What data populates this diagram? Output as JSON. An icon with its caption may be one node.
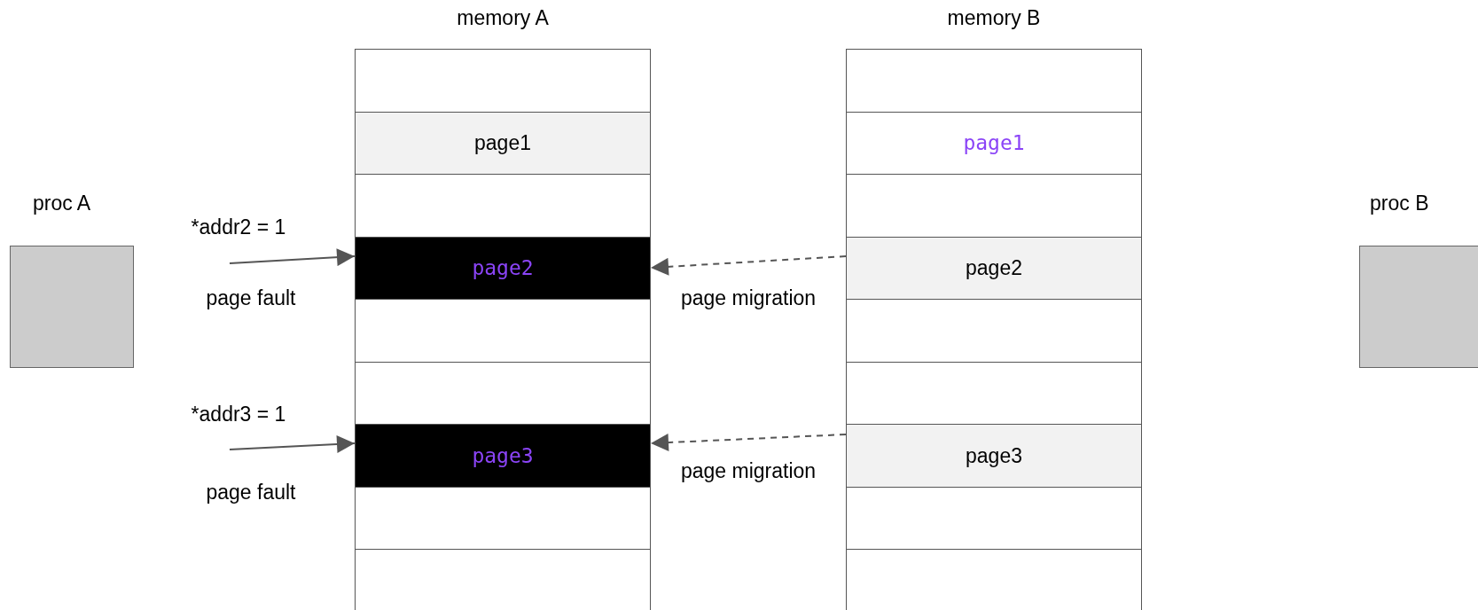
{
  "diagram": {
    "nodes": [
      {
        "text": [
          "memory A"
        ]
      },
      {
        "text": [],
        "shape": "box",
        "in": 0
      },
      {
        "text": [
          "page1"
        ],
        "in": 0
      },
      {
        "text": [],
        "shape": "box",
        "in": 0
      },
      {
        "text": [
          "page2"
        ],
        "in": 0
      },
      {
        "text": [],
        "shape": "box",
        "in": 0
      },
      {
        "text": [],
        "shape": "box",
        "in": 0
      },
      {
        "text": [
          "page3"
        ],
        "in": 0
      },
      {
        "text": [],
        "shape": "box",
        "in": 0
      },
      {
        "text": [],
        "shape": "box",
        "in": 0
      },
      {
        "text": [
          "memory B"
        ]
      },
      {
        "text": [],
        "shape": "box",
        "in": 10
      },
      {
        "text": [
          "page1"
        ],
        "in": 10
      },
      {
        "text": [],
        "shape": "box",
        "in": 10
      },
      {
        "text": [
          "page2"
        ],
        "in": 10
      },
      {
        "text": [],
        "shape": "box",
        "in": 10
      },
      {
        "text": [],
        "shape": "box",
        "in": 10
      },
      {
        "text": [
          "page3"
        ],
        "in": 10
      },
      {
        "text": [],
        "shape": "box",
        "in": 10
      },
      {
        "text": [],
        "shape": "box",
        "in": 10
      },
      {
        "text": [
          "proc A"
        ]
      },
      {
        "text": [
          "proc B"
        ]
      }
    ],
    "edges": [
      {
        "from": null,
        "to": 4,
        "arrow": "to",
        "label": "*addr2 = 1"
      },
      {
        "from": 14,
        "to": 4,
        "arrow": "to",
        "style": "dashed",
        "label": "page migration"
      },
      {
        "from": null,
        "to": 7,
        "arrow": "to",
        "label": "*addr3 = 1"
      },
      {
        "from": 17,
        "to": 7,
        "arrow": "to",
        "style": "dashed",
        "label": "page migration"
      }
    ],
    "labels": [
      "page fault",
      "page fault"
    ]
  }
}
